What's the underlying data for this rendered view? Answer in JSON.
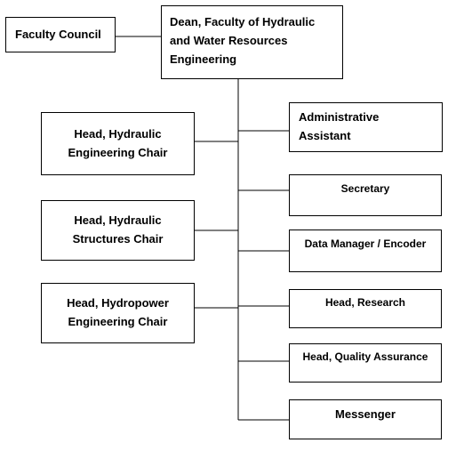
{
  "org_chart": {
    "faculty_council": "Faculty Council",
    "dean": "Dean, Faculty of Hydraulic\nand Water Resources\nEngineering",
    "chairs": {
      "hydraulic_engineering": "Head, Hydraulic\nEngineering Chair",
      "hydraulic_structures": "Head, Hydraulic\nStructures Chair",
      "hydropower_engineering": "Head, Hydropower\nEngineering Chair"
    },
    "support_staff": {
      "administrative_assistant": "Administrative\nAssistant",
      "secretary": "Secretary",
      "data_manager": "Data Manager / Encoder",
      "head_research": "Head, Research",
      "head_quality_assurance": "Head, Quality Assurance",
      "messenger": "Messenger"
    }
  }
}
